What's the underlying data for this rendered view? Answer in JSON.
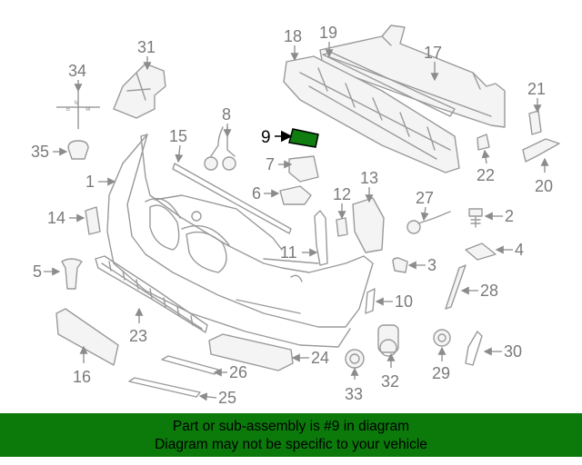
{
  "diagram": {
    "callouts": [
      "1",
      "2",
      "3",
      "4",
      "5",
      "6",
      "7",
      "8",
      "9",
      "10",
      "11",
      "12",
      "13",
      "14",
      "15",
      "16",
      "17",
      "18",
      "19",
      "20",
      "21",
      "22",
      "23",
      "24",
      "25",
      "26",
      "27",
      "28",
      "29",
      "30",
      "31",
      "32",
      "33",
      "34",
      "35"
    ],
    "highlighted_part": "9",
    "emblem_letters": [
      "B",
      "M",
      "W"
    ],
    "colors": {
      "highlight_fill": "#0f7d0f",
      "footer_bg": "#0b7a0b",
      "line": "#9a9a9a"
    }
  },
  "footer": {
    "line1": "Part or sub-assembly is #9 in diagram",
    "line2": "Diagram may not be specific to your vehicle"
  }
}
